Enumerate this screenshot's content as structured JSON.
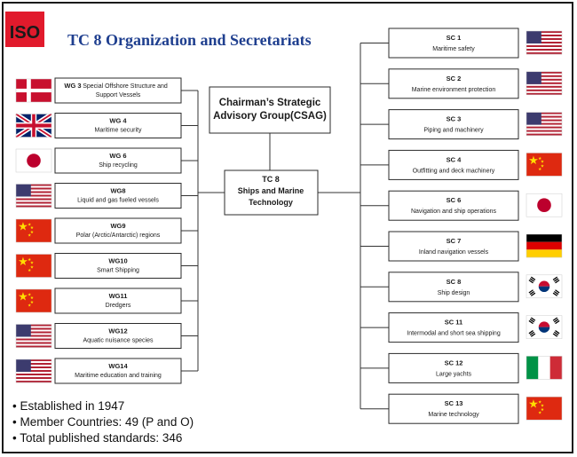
{
  "header": {
    "logo_text": "ISO",
    "title": "TC 8 Organization and Secretariats"
  },
  "colors": {
    "iso_red": "#e11a2c",
    "title_blue": "#1f3f8f",
    "box_border": "#2b2b2b",
    "connector": "#333333"
  },
  "center": {
    "csag_lines": [
      "Chairman’s Strategic",
      "Advisory Group(CSAG)"
    ],
    "tc_lines": [
      "TC 8",
      "Ships and Marine",
      "Technology"
    ]
  },
  "working_groups": [
    {
      "code": "WG 3",
      "name": "Special Offshore Structure and Support Vessels",
      "flag": "denmark"
    },
    {
      "code": "WG 4",
      "name": "Maritime security",
      "flag": "united-kingdom"
    },
    {
      "code": "WG 6",
      "name": "Ship recycling",
      "flag": "japan"
    },
    {
      "code": "WG8",
      "name": "Liquid and gas fueled vessels",
      "flag": "united-states"
    },
    {
      "code": "WG9",
      "name": "Polar (Arctic/Antarctic) regions",
      "flag": "china"
    },
    {
      "code": "WG10",
      "name": "Smart Shipping",
      "flag": "china"
    },
    {
      "code": "WG11",
      "name": "Dredgers",
      "flag": "china"
    },
    {
      "code": "WG12",
      "name": "Aquatic nuisance species",
      "flag": "united-states"
    },
    {
      "code": "WG14",
      "name": "Maritime education and training",
      "flag": "united-states"
    }
  ],
  "sub_committees": [
    {
      "code": "SC 1",
      "name": "Maritime safety",
      "flag": "united-states"
    },
    {
      "code": "SC 2",
      "name": "Marine environment protection",
      "flag": "united-states"
    },
    {
      "code": "SC 3",
      "name": "Piping and machinery",
      "flag": "united-states"
    },
    {
      "code": "SC 4",
      "name": "Outfitting and deck machinery",
      "flag": "china"
    },
    {
      "code": "SC 6",
      "name": "Navigation and ship operations",
      "flag": "japan"
    },
    {
      "code": "SC 7",
      "name": "Inland navigation vessels",
      "flag": "germany"
    },
    {
      "code": "SC 8",
      "name": "Ship design",
      "flag": "south-korea"
    },
    {
      "code": "SC 11",
      "name": "Intermodal and short sea shipping",
      "flag": "south-korea"
    },
    {
      "code": "SC 12",
      "name": "Large yachts",
      "flag": "italy"
    },
    {
      "code": "SC 13",
      "name": "Marine technology",
      "flag": "china"
    }
  ],
  "facts": [
    "Established in 1947",
    "Member Countries: 49 (P and O)",
    "Total published standards: 346"
  ]
}
